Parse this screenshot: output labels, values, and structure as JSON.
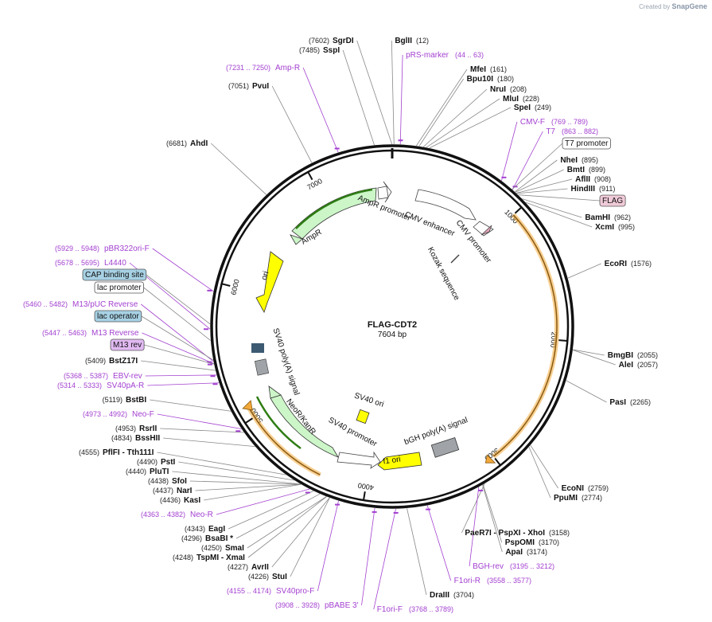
{
  "credit": {
    "prefix": "Created by",
    "brand": "SnapGene"
  },
  "plasmid": {
    "name": "FLAG-CDT2",
    "size_label": "7604 bp",
    "length": 7604
  },
  "ticks": [
    {
      "pos": 1000,
      "label": "1000"
    },
    {
      "pos": 2000,
      "label": "2000"
    },
    {
      "pos": 3000,
      "label": "3000"
    },
    {
      "pos": 4000,
      "label": "4000"
    },
    {
      "pos": 5000,
      "label": "5000"
    },
    {
      "pos": 6000,
      "label": "6000"
    },
    {
      "pos": 7000,
      "label": "7000"
    }
  ],
  "enzymes": [
    {
      "name": "SgrDI",
      "pos_label": "(7602)",
      "site": 7602
    },
    {
      "name": "SspI",
      "pos_label": "(7485)",
      "site": 7485
    },
    {
      "name": "BglII",
      "pos_label": "(12)",
      "site": 12
    },
    {
      "name": "PvuI",
      "pos_label": "(7051)",
      "site": 7051
    },
    {
      "name": "MfeI",
      "pos_label": "(161)",
      "site": 161
    },
    {
      "name": "Bpu10I",
      "pos_label": "(180)",
      "site": 180
    },
    {
      "name": "NruI",
      "pos_label": "(208)",
      "site": 208
    },
    {
      "name": "MluI",
      "pos_label": "(228)",
      "site": 228
    },
    {
      "name": "SpeI",
      "pos_label": "(249)",
      "site": 249
    },
    {
      "name": "AhdI",
      "pos_label": "(6681)",
      "site": 6681
    },
    {
      "name": "NheI",
      "pos_label": "(895)",
      "site": 895
    },
    {
      "name": "BmtI",
      "pos_label": "(899)",
      "site": 899
    },
    {
      "name": "AflII",
      "pos_label": "(908)",
      "site": 908
    },
    {
      "name": "HindIII",
      "pos_label": "(911)",
      "site": 911
    },
    {
      "name": "BamHI",
      "pos_label": "(962)",
      "site": 962
    },
    {
      "name": "XcmI",
      "pos_label": "(995)",
      "site": 995
    },
    {
      "name": "EcoRI",
      "pos_label": "(1576)",
      "site": 1576
    },
    {
      "name": "BmgBI",
      "pos_label": "(2055)",
      "site": 2055
    },
    {
      "name": "AleI",
      "pos_label": "(2057)",
      "site": 2057
    },
    {
      "name": "PasI",
      "pos_label": "(2265)",
      "site": 2265
    },
    {
      "name": "EcoNI",
      "pos_label": "(2759)",
      "site": 2759
    },
    {
      "name": "PpuMI",
      "pos_label": "(2774)",
      "site": 2774
    },
    {
      "name": "PaeR7I - PspXI - XhoI",
      "pos_label": "(3158)",
      "site": 3158
    },
    {
      "name": "PspOMI",
      "pos_label": "(3170)",
      "site": 3170
    },
    {
      "name": "ApaI",
      "pos_label": "(3174)",
      "site": 3174
    },
    {
      "name": "DraIII",
      "pos_label": "(3704)",
      "site": 3704
    },
    {
      "name": "BstZ17I",
      "pos_label": "(5409)",
      "site": 5409
    },
    {
      "name": "BstBI",
      "pos_label": "(5119)",
      "site": 5119
    },
    {
      "name": "RsrII",
      "pos_label": "(4953)",
      "site": 4953
    },
    {
      "name": "BssHII",
      "pos_label": "(4834)",
      "site": 4834
    },
    {
      "name": "PflFI - Tth111I",
      "pos_label": "(4555)",
      "site": 4555
    },
    {
      "name": "PstI",
      "pos_label": "(4490)",
      "site": 4490
    },
    {
      "name": "PluTI",
      "pos_label": "(4440)",
      "site": 4440
    },
    {
      "name": "SfoI",
      "pos_label": "(4438)",
      "site": 4438
    },
    {
      "name": "NarI",
      "pos_label": "(4437)",
      "site": 4437
    },
    {
      "name": "KasI",
      "pos_label": "(4436)",
      "site": 4436
    },
    {
      "name": "EagI",
      "pos_label": "(4343)",
      "site": 4343
    },
    {
      "name": "BsaBI *",
      "pos_label": "(4296)",
      "site": 4296
    },
    {
      "name": "SmaI",
      "pos_label": "(4250)",
      "site": 4250
    },
    {
      "name": "TspMI - XmaI",
      "pos_label": "(4248)",
      "site": 4248
    },
    {
      "name": "AvrII",
      "pos_label": "(4227)",
      "site": 4227
    },
    {
      "name": "StuI",
      "pos_label": "(4226)",
      "site": 4226
    }
  ],
  "primers": [
    {
      "name": "Amp-R",
      "range": "(7231 .. 7250)",
      "site": 7240
    },
    {
      "name": "pRS-marker",
      "range": "(44 .. 63)",
      "site": 54
    },
    {
      "name": "CMV-F",
      "range": "(769 .. 789)",
      "site": 779
    },
    {
      "name": "T7",
      "range": "(863 .. 882)",
      "site": 873
    },
    {
      "name": "pBR322ori-F",
      "range": "(5929 .. 5948)",
      "site": 5938
    },
    {
      "name": "L4440",
      "range": "(5678 .. 5695)",
      "site": 5686
    },
    {
      "name": "M13/pUC Reverse",
      "range": "(5460 .. 5482)",
      "site": 5471
    },
    {
      "name": "M13 Reverse",
      "range": "(5447 .. 5463)",
      "site": 5455
    },
    {
      "name": "EBV-rev",
      "range": "(5368 .. 5387)",
      "site": 5377
    },
    {
      "name": "SV40pA-R",
      "range": "(5314 .. 5333)",
      "site": 5323
    },
    {
      "name": "Neo-F",
      "range": "(4973 .. 4992)",
      "site": 4982
    },
    {
      "name": "Neo-R",
      "range": "(4363 .. 4382)",
      "site": 4372
    },
    {
      "name": "SV40pro-F",
      "range": "(4155 .. 4174)",
      "site": 4164
    },
    {
      "name": "pBABE 3'",
      "range": "(3908 .. 3928)",
      "site": 3918
    },
    {
      "name": "F1ori-F",
      "range": "(3768 .. 3789)",
      "site": 3778
    },
    {
      "name": "F1ori-R",
      "range": "(3558 .. 3577)",
      "site": 3567
    },
    {
      "name": "BGH-rev",
      "range": "(3195 .. 3212)",
      "site": 3203
    }
  ],
  "boxed_features": [
    {
      "name": "T7 promoter",
      "style": "white",
      "site": 870
    },
    {
      "name": "FLAG",
      "style": "pink",
      "site": 925
    },
    {
      "name": "CAP binding site",
      "style": "blue",
      "site": 5720
    },
    {
      "name": "lac promoter",
      "style": "white",
      "site": 5610
    },
    {
      "name": "lac operator",
      "style": "blue",
      "site": 5480
    },
    {
      "name": "M13 rev",
      "style": "purple",
      "site": 5452
    }
  ],
  "features": [
    {
      "label": "AmpR promoter"
    },
    {
      "label": "AmpR"
    },
    {
      "label": "ori"
    },
    {
      "label": "CMV enhancer"
    },
    {
      "label": "CMV promoter"
    },
    {
      "label": "Kozak sequence"
    },
    {
      "label": "SV40 poly(A) signal"
    },
    {
      "label": "NeoR/KanR"
    },
    {
      "label": "SV40 promoter"
    },
    {
      "label": "SV40 ori"
    },
    {
      "label": "f1 ori"
    },
    {
      "label": "bGH poly(A) signal"
    }
  ],
  "colors": {
    "backbone": "#111111",
    "primer": "#a340d0",
    "amp_green": "#ccf6c8",
    "ori_yellow": "#ffff00",
    "orf_orange": "#f2a93b",
    "grey_feature": "#a0a4a8",
    "cap_blue": "#a7d1e4",
    "flag_pink": "#f0cad8",
    "m13_purple": "#e1b9f2"
  }
}
